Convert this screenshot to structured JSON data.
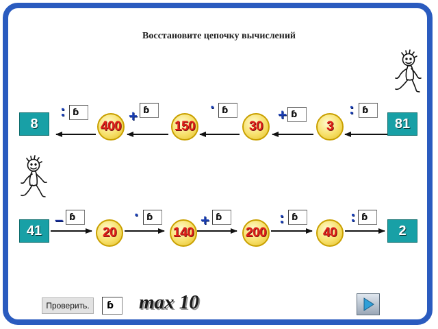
{
  "title": "Восстановите цепочку вычислений",
  "chain1": {
    "start": "81",
    "end": "8",
    "values": [
      "3",
      "30",
      "150",
      "400"
    ],
    "operators": [
      ":",
      "+",
      "·",
      "+",
      ":"
    ],
    "inputs": [
      "ɓ",
      "ɓ",
      "ɓ",
      "ɓ",
      "ɓ"
    ]
  },
  "chain2": {
    "start": "41",
    "end": "2",
    "values": [
      "20",
      "140",
      "200",
      "40"
    ],
    "operators": [
      "–",
      "·",
      "+",
      ":",
      ":"
    ],
    "inputs": [
      "ɓ",
      "ɓ",
      "ɓ",
      "ɓ",
      "ɓ"
    ]
  },
  "footer": {
    "check_label": "Проверить.",
    "score": "ɓ",
    "max_label": "max 10"
  },
  "icons": {
    "figure_top": "running-person-icon",
    "figure_bottom": "running-person-icon",
    "next": "play-arrow-icon"
  }
}
